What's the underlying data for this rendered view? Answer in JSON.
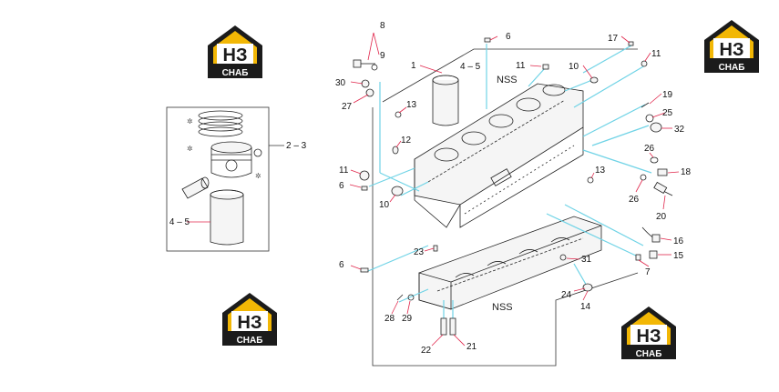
{
  "logo": {
    "mark": "НЗ",
    "caption": "СНАБ",
    "colors": {
      "dark": "#1b1b1b",
      "accent": "#f2b705",
      "paper": "#ffffff"
    }
  },
  "diagram": {
    "callouts": {
      "c8": "8",
      "c9": "9",
      "c1": "1",
      "c4_5_top": "4 – 5",
      "c6_top": "6",
      "c17": "17",
      "c11_top_right": "11",
      "c11_mid": "11",
      "c10_top": "10",
      "c30": "30",
      "c27": "27",
      "c13_left": "13",
      "c19": "19",
      "c25": "25",
      "c32": "32",
      "c12": "12",
      "c26_top": "26",
      "c11_left": "11",
      "c18": "18",
      "c6_left": "6",
      "c13_right": "13",
      "c10_left": "10",
      "c26_bottom": "26",
      "c20": "20",
      "c16": "16",
      "c15": "15",
      "c23": "23",
      "c31": "31",
      "c7": "7",
      "c6_bottom": "6",
      "c24": "24",
      "c14": "14",
      "c28": "28",
      "c29": "29",
      "c22": "22",
      "c21": "21",
      "c2_3": "2 – 3",
      "c4_5_inset": "4 – 5"
    },
    "labels": {
      "nss_top": "NSS",
      "nss_bottom": "NSS"
    }
  }
}
